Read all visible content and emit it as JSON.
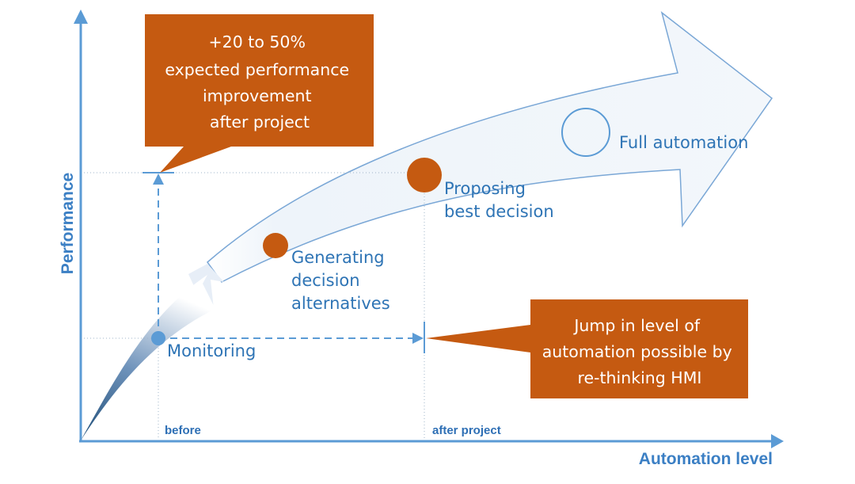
{
  "axes": {
    "y_title": "Performance",
    "x_title": "Automation level",
    "x_ticks": {
      "before": "before",
      "after": "after project"
    }
  },
  "stages": {
    "monitoring": [
      "Monitoring"
    ],
    "generating": [
      "Generating",
      "decision",
      "alternatives"
    ],
    "proposing": [
      "Proposing",
      "best decision"
    ],
    "full": [
      "Full automation"
    ]
  },
  "callouts": {
    "performance": [
      "+20 to 50%",
      "expected performance",
      "improvement",
      "after project"
    ],
    "jump": [
      "Jump in level of",
      "automation possible by",
      "re-thinking HMI"
    ]
  },
  "colors": {
    "accent": "#c55a11",
    "axis": "#5b9bd5",
    "stage_text": "#2e74b5",
    "arrow_fill": "#f2f6fb",
    "arrow_stroke": "#7aa7d6",
    "tail_dark": "#1f4e79"
  }
}
